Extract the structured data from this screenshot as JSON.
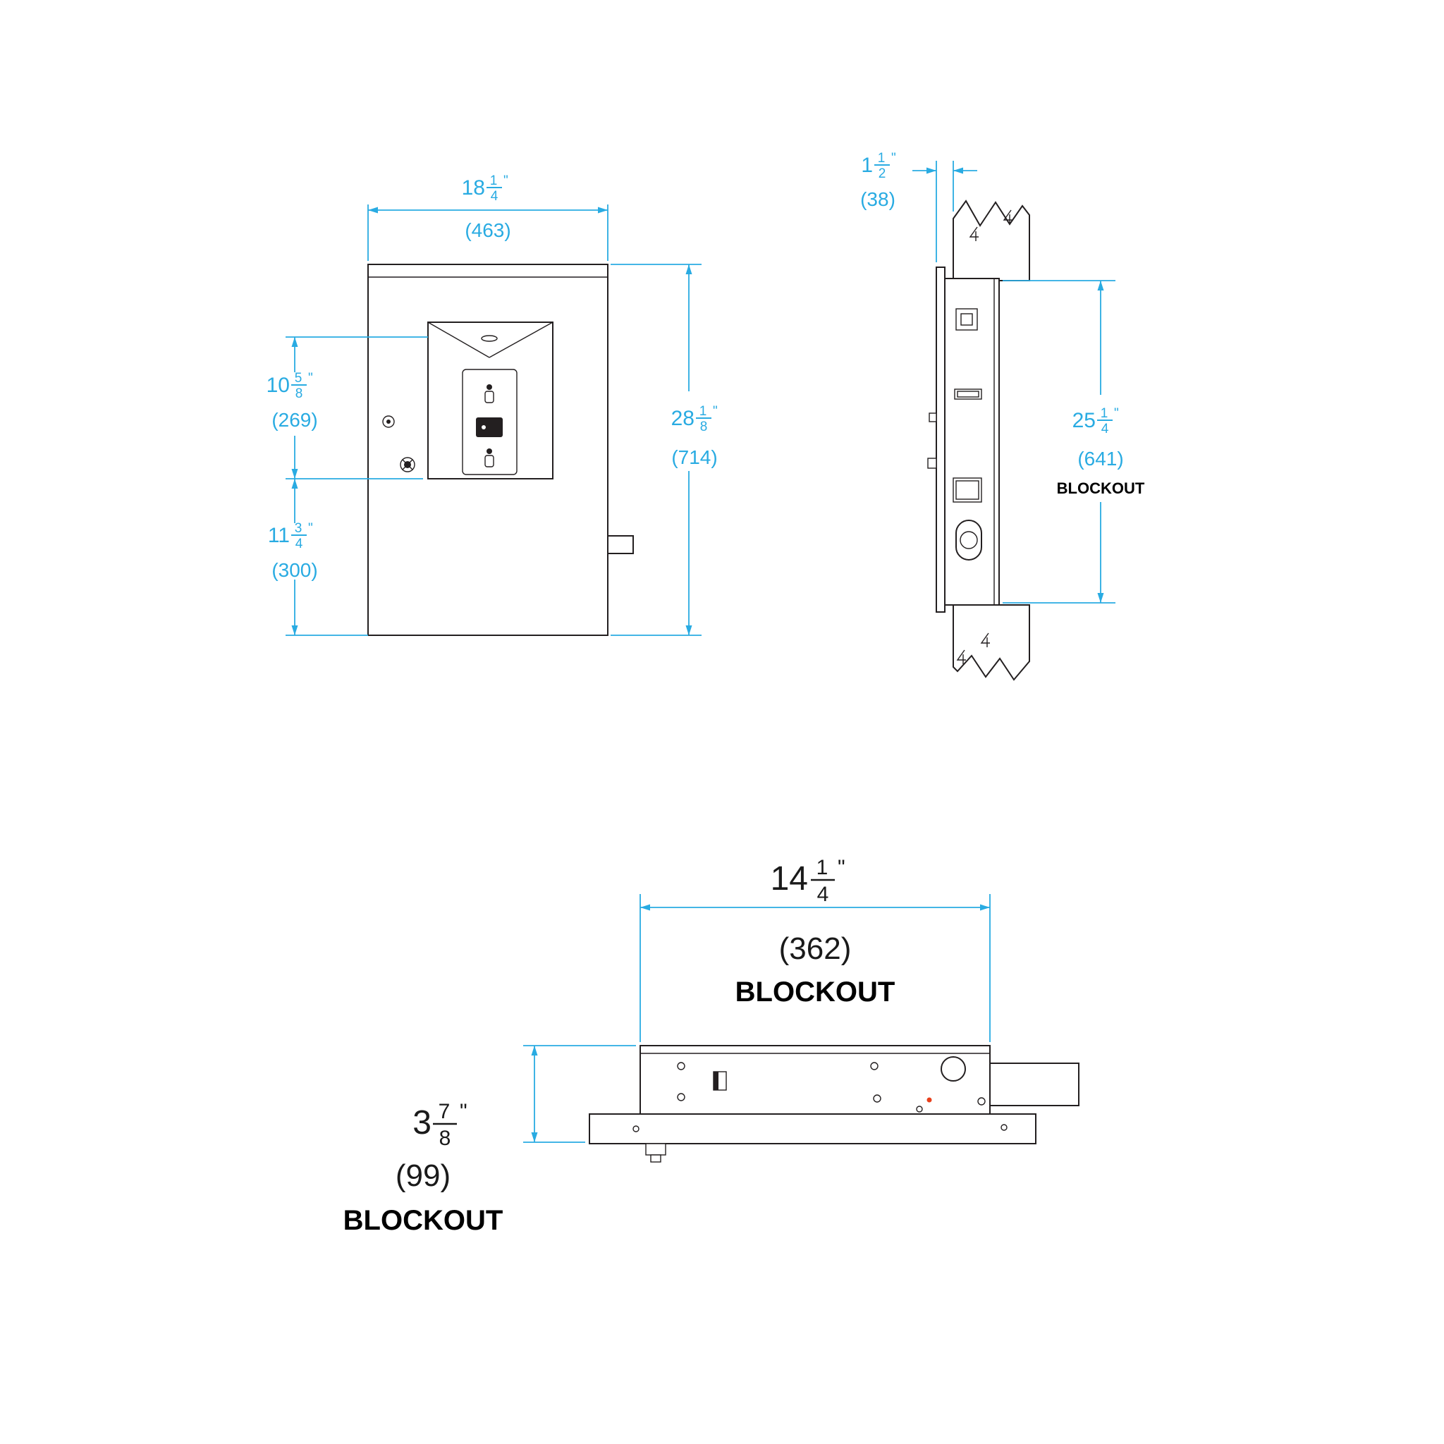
{
  "drawing": {
    "front": {
      "width": {
        "whole": "18",
        "num": "1",
        "den": "4",
        "unit": "\"",
        "metric": "(463)"
      },
      "height": {
        "whole": "28",
        "num": "1",
        "den": "8",
        "unit": "\"",
        "metric": "(714)"
      },
      "upper": {
        "whole": "10",
        "num": "5",
        "den": "8",
        "unit": "\"",
        "metric": "(269)"
      },
      "lower": {
        "whole": "11",
        "num": "3",
        "den": "4",
        "unit": "\"",
        "metric": "(300)"
      }
    },
    "side": {
      "depth": {
        "whole": "1",
        "num": "1",
        "den": "2",
        "unit": "\"",
        "metric": "(38)"
      },
      "blockout": {
        "whole": "25",
        "num": "1",
        "den": "4",
        "unit": "\"",
        "metric": "(641)",
        "label": "BLOCKOUT"
      }
    },
    "plan": {
      "width": {
        "whole": "14",
        "num": "1",
        "den": "4",
        "unit": "\"",
        "metric": "(362)",
        "label": "BLOCKOUT"
      },
      "depth": {
        "whole": "3",
        "num": "7",
        "den": "8",
        "unit": "\"",
        "metric": "(99)",
        "label": "BLOCKOUT"
      }
    },
    "colors": {
      "dimension": "#29ABE2",
      "line": "#231F20",
      "label": "#000000",
      "accent": "#e8401c"
    }
  }
}
